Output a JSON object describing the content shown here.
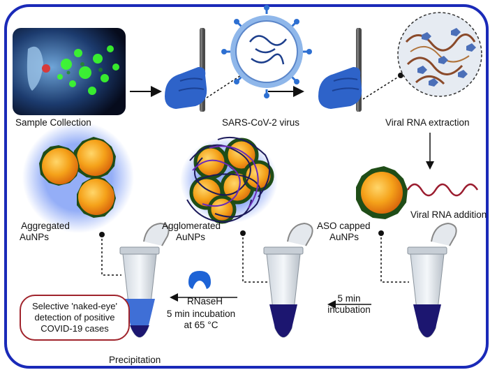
{
  "stages": {
    "sample_collection": "Sample Collection",
    "sars_cov2_virus": "SARS-CoV-2 virus",
    "viral_rna_extraction": "Viral RNA extraction",
    "viral_rna_addition": "Viral RNA addition"
  },
  "particles": {
    "aggregated_line1": "Aggregated",
    "aggregated_line2": "AuNPs",
    "agglomerated_line1": "Agglomerated",
    "agglomerated_line2": "AuNPs",
    "aso_line1": "ASO capped",
    "aso_line2": "AuNPs"
  },
  "steps": {
    "incubation_time": "5 min",
    "incubation_word": "incubation",
    "enzyme": "RNaseH",
    "heat_line1": "5 min incubation",
    "heat_line2": "at 65 °C",
    "precipitation": "Precipitation"
  },
  "result": {
    "line1": "Selective 'naked-eye'",
    "line2": "detection of positive",
    "line3": "COVID-19 cases"
  },
  "colors": {
    "frame": "#1a2ab8",
    "gold_core": "#f5a21a",
    "gold_shell": "#1f4d17",
    "glow": "#3d6cf0",
    "glove": "#2e63c9",
    "rna": "#9b1d2f",
    "tube_liquid_dark": "#1c1670",
    "tube_liquid_light": "#3f6fd6",
    "callout_border": "#a0242c"
  }
}
